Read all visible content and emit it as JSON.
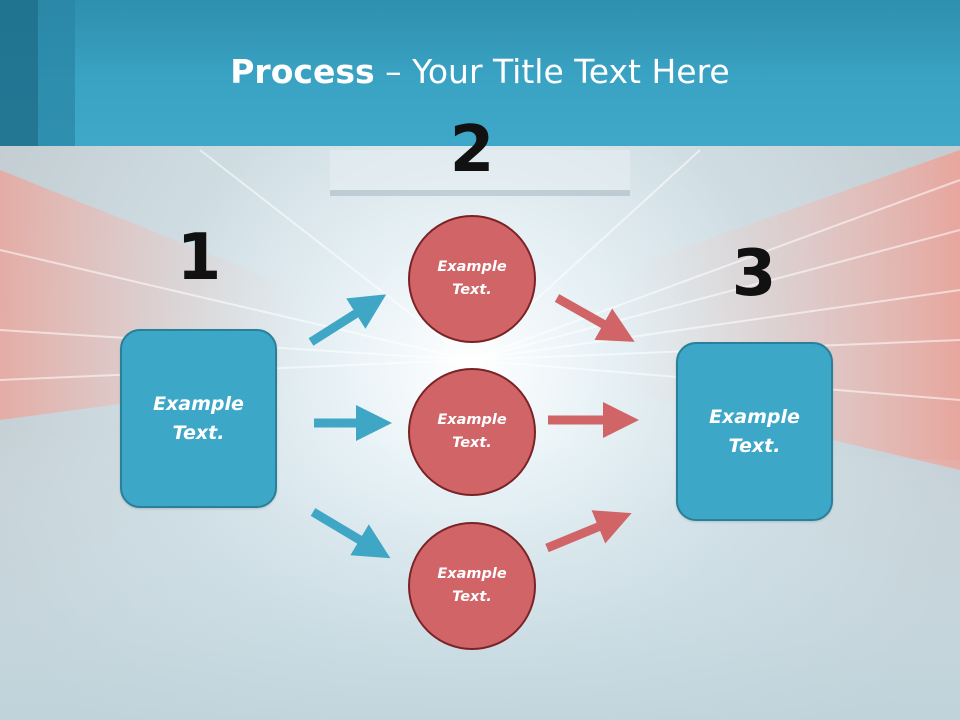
{
  "title": {
    "bold": "Process",
    "rest": " – Your Title Text Here"
  },
  "steps": [
    {
      "number": "1",
      "text": "Example Text."
    },
    {
      "number": "2"
    },
    {
      "number": "3",
      "text": "Example Text."
    }
  ],
  "circles": [
    {
      "text": "Example Text."
    },
    {
      "text": "Example Text."
    },
    {
      "text": "Example Text."
    }
  ],
  "colors": {
    "header": "#3aa3c4",
    "box": "#3da7c8",
    "circle": "#d06466",
    "circle_border": "#7a2327",
    "arrow_blue": "#3fa6c6",
    "arrow_red": "#d06466"
  }
}
